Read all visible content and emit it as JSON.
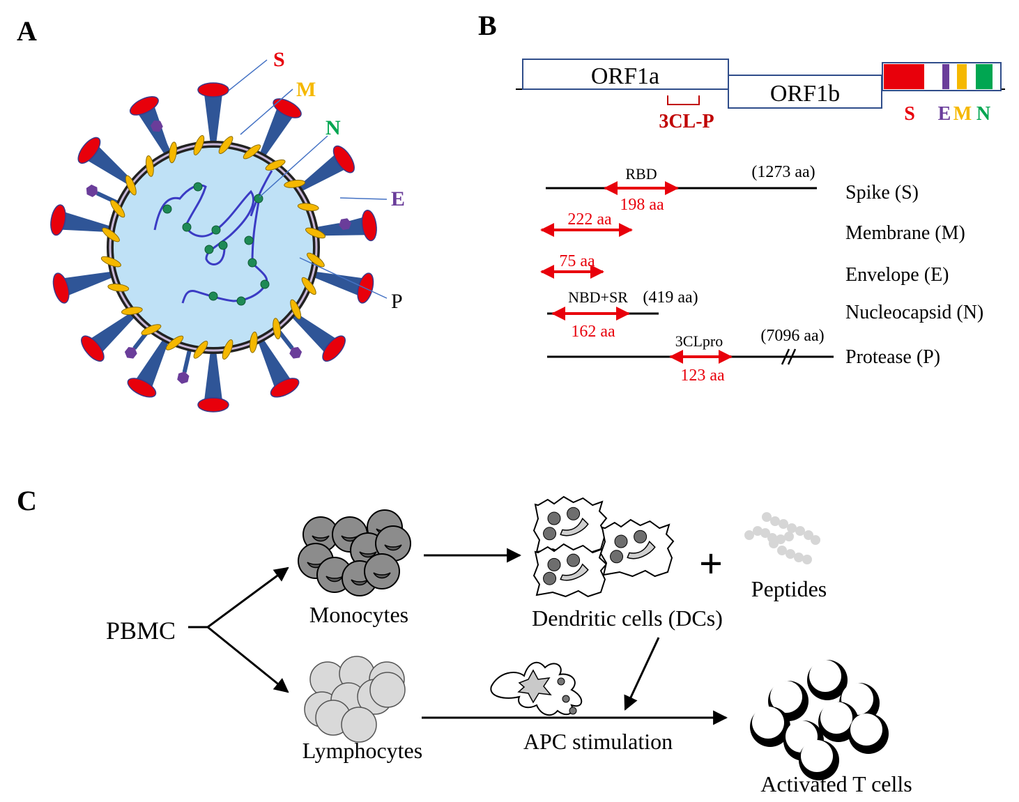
{
  "panels": {
    "a": "A",
    "b": "B",
    "c": "C"
  },
  "virion": {
    "labels": {
      "s": "S",
      "m": "M",
      "n": "N",
      "e": "E",
      "p": "P"
    }
  },
  "genome": {
    "orf1a": "ORF1a",
    "orf1b": "ORF1b",
    "protease_label": "3CL-P",
    "s_label": "S",
    "e_label": "E",
    "m_label": "M",
    "n_label": "N"
  },
  "proteins": [
    {
      "name": "Spike (S)",
      "length": "(1273 aa)",
      "domain": "RBD",
      "fragment": "198 aa"
    },
    {
      "name": "Membrane (M)",
      "length": "",
      "domain": "",
      "fragment": "222 aa"
    },
    {
      "name": "Envelope (E)",
      "length": "",
      "domain": "",
      "fragment": "75 aa"
    },
    {
      "name": "Nucleocapsid (N)",
      "length": "(419 aa)",
      "domain": "NBD+SR",
      "fragment": "162 aa"
    },
    {
      "name": "Protease (P)",
      "length": "(7096 aa)",
      "domain": "3CLpro",
      "fragment": "123 aa"
    }
  ],
  "workflow": {
    "pbmc": "PBMC",
    "monocytes": "Monocytes",
    "dcs": "Dendritic cells (DCs)",
    "plus": "+",
    "peptides": "Peptides",
    "lymphocytes": "Lymphocytes",
    "apc": "APC stimulation",
    "activated": "Activated T cells"
  },
  "colors": {
    "spike": "#e8000b",
    "membrane": "#f5b800",
    "nucleocapsid": "#00a651",
    "envelope": "#6a3d9a",
    "dark_red": "#c00000",
    "stalk": "#2f5597",
    "interior": "#bfe1f6",
    "rna": "#3b3bc4",
    "nc_dot": "#1e8a55",
    "frame": "#2f4d8a"
  }
}
